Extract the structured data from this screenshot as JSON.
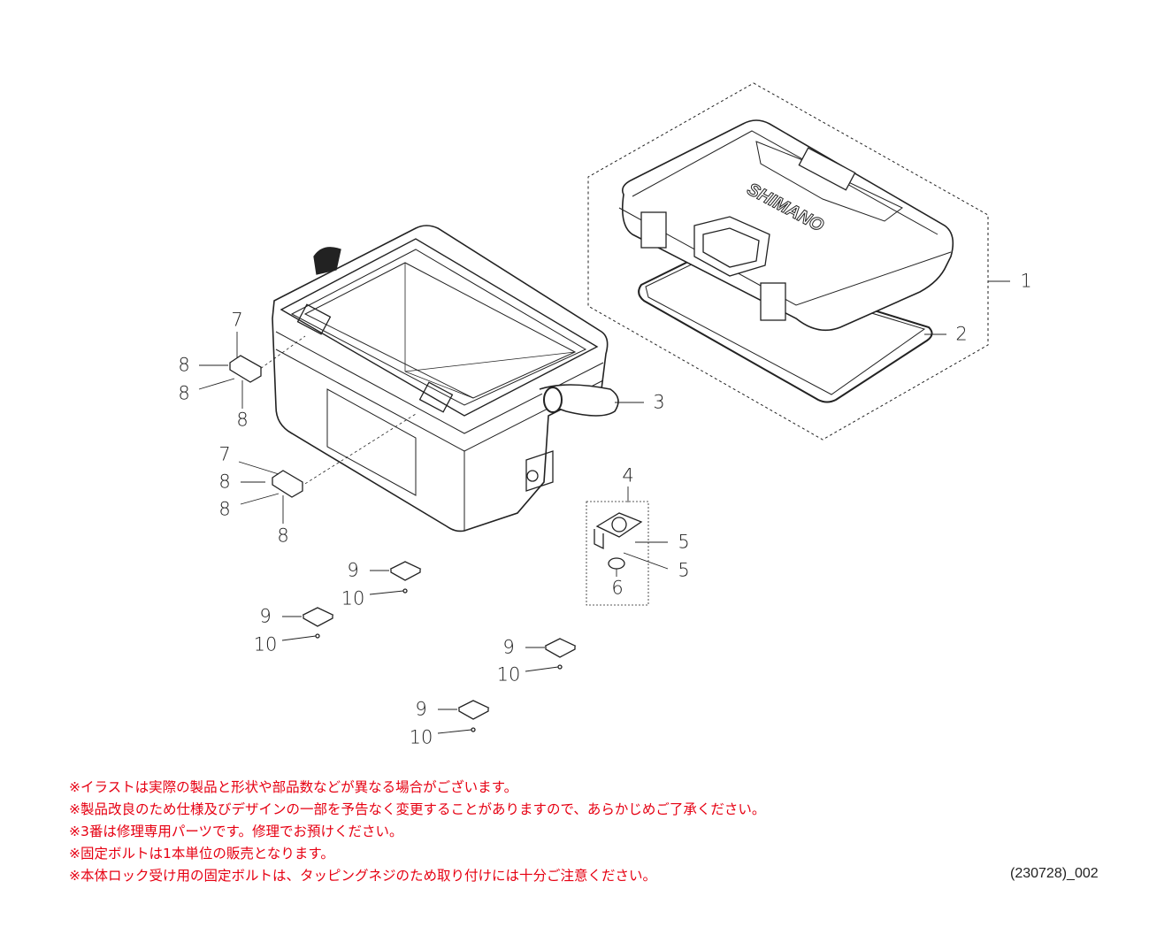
{
  "brand_logo": "SHIMANO",
  "callouts": [
    "1",
    "2",
    "3",
    "4",
    "5",
    "5",
    "6",
    "7",
    "8",
    "8",
    "8",
    "7",
    "8",
    "8",
    "8",
    "9",
    "10",
    "9",
    "10",
    "9",
    "10",
    "9",
    "10"
  ],
  "notes": [
    "※イラストは実際の製品と形状や部品数などが異なる場合がございます。",
    "※製品改良のため仕様及びデザインの一部を予告なく変更することがありますので、あらかじめご了承ください。",
    "※3番は修理専用パーツです。修理でお預けください。",
    "※固定ボルトは1本単位の販売となります。",
    "※本体ロック受け用の固定ボルトは、タッピングネジのため取り付けには十分ご注意ください。"
  ],
  "document_code": "(230728)_002",
  "colors": {
    "note_text": "#e60012",
    "line": "#222222"
  }
}
